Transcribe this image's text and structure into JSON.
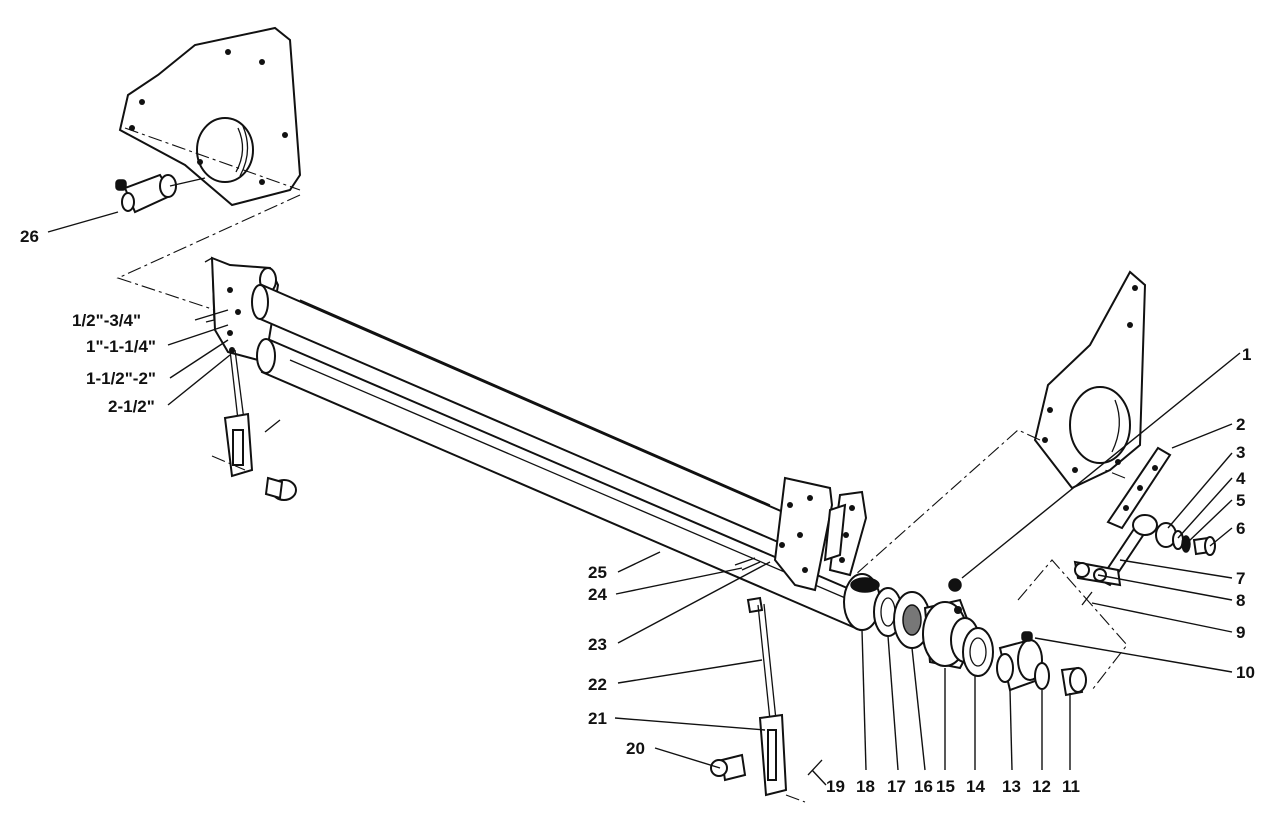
{
  "callouts": [
    {
      "id": "1",
      "text": "1"
    },
    {
      "id": "2",
      "text": "2"
    },
    {
      "id": "3",
      "text": "3"
    },
    {
      "id": "4",
      "text": "4"
    },
    {
      "id": "5",
      "text": "5"
    },
    {
      "id": "6",
      "text": "6"
    },
    {
      "id": "7",
      "text": "7"
    },
    {
      "id": "8",
      "text": "8"
    },
    {
      "id": "9",
      "text": "9"
    },
    {
      "id": "10",
      "text": "10"
    },
    {
      "id": "11",
      "text": "11"
    },
    {
      "id": "12",
      "text": "12"
    },
    {
      "id": "13",
      "text": "13"
    },
    {
      "id": "14",
      "text": "14"
    },
    {
      "id": "15",
      "text": "15"
    },
    {
      "id": "16",
      "text": "16"
    },
    {
      "id": "17",
      "text": "17"
    },
    {
      "id": "18",
      "text": "18"
    },
    {
      "id": "19",
      "text": "19"
    },
    {
      "id": "20",
      "text": "20"
    },
    {
      "id": "21",
      "text": "21"
    },
    {
      "id": "22",
      "text": "22"
    },
    {
      "id": "23",
      "text": "23"
    },
    {
      "id": "24",
      "text": "24"
    },
    {
      "id": "25",
      "text": "25"
    },
    {
      "id": "26",
      "text": "26"
    }
  ],
  "height_settings": [
    {
      "text": "1/2\"-3/4\""
    },
    {
      "text": "1\"-1-1/4\""
    },
    {
      "text": "1-1/2\"-2\""
    },
    {
      "text": "2-1/2\""
    }
  ]
}
